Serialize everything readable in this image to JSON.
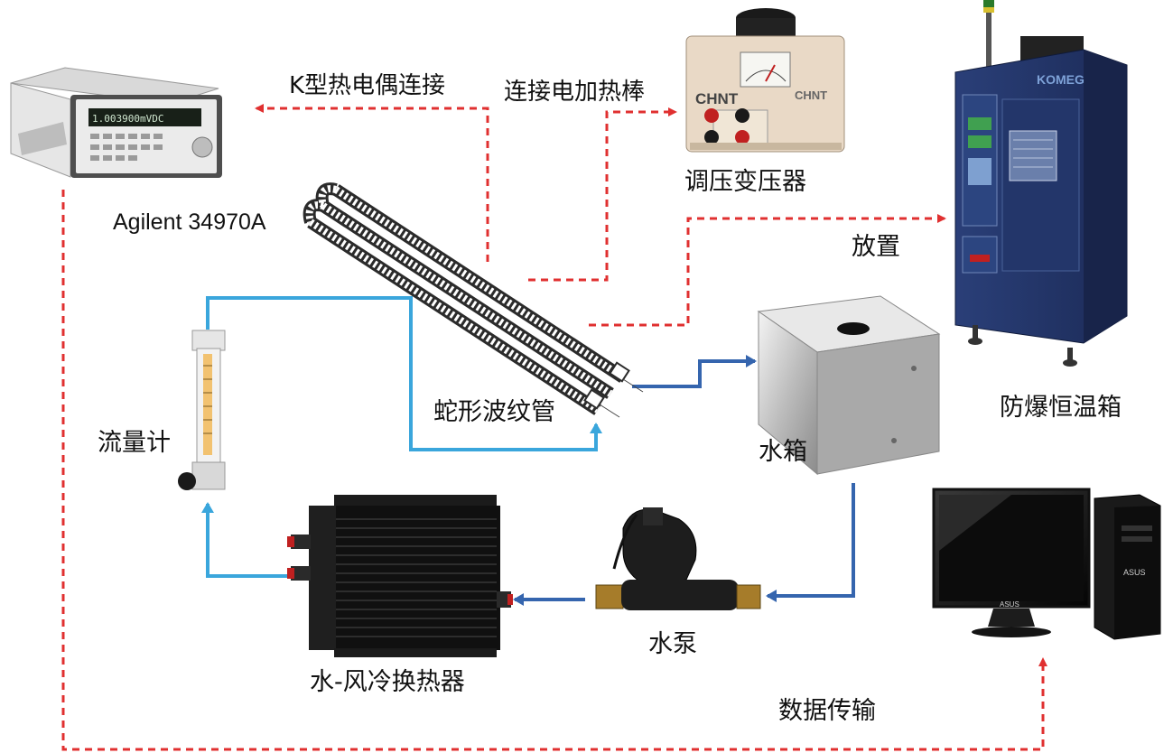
{
  "labels": {
    "agilent": "Agilent 34970A",
    "thermocouple": "K型热电偶连接",
    "heater_connect": "连接电加热棒",
    "transformer": "调压变压器",
    "place": "放置",
    "explosion_chamber": "防爆恒温箱",
    "serpentine_tube": "蛇形波纹管",
    "flowmeter": "流量计",
    "water_tank": "水箱",
    "heat_exchanger": "水-风冷换热器",
    "pump": "水泵",
    "data_transfer": "数据传输"
  },
  "device_text": {
    "daq_display": "1.003900mVDC",
    "transformer_brand": "CHNT",
    "chamber_brand": "KOMEG",
    "monitor_brand": "ASUS"
  },
  "colors": {
    "dashed_red": "#e03030",
    "water_blue_light": "#3aa6dc",
    "water_blue_dark": "#3565ae"
  }
}
